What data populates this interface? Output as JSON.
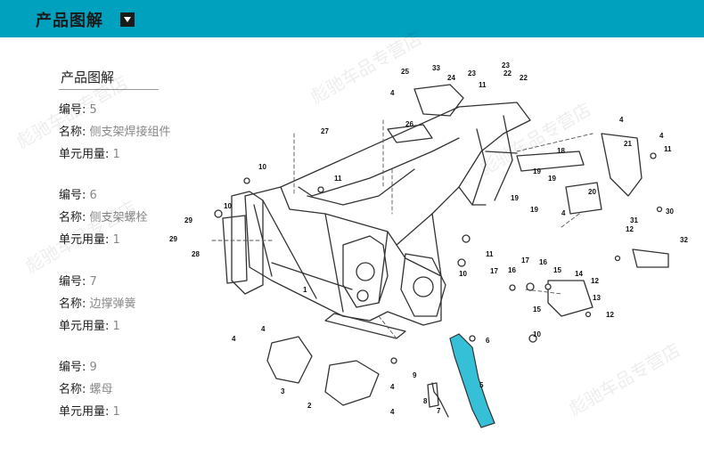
{
  "header": {
    "title": "产品图解"
  },
  "section": {
    "title": "产品图解"
  },
  "labels": {
    "number": "编号:",
    "name": "名称:",
    "qty": "单元用量:"
  },
  "parts": [
    {
      "number": "5",
      "name": "侧支架焊接组件",
      "qty": "1"
    },
    {
      "number": "6",
      "name": "侧支架螺栓",
      "qty": "1"
    },
    {
      "number": "7",
      "name": "边撑弹簧",
      "qty": "1"
    },
    {
      "number": "9",
      "name": "螺母",
      "qty": "1"
    }
  ],
  "diagram": {
    "callouts": [
      "1",
      "2",
      "3",
      "4",
      "5",
      "6",
      "7",
      "8",
      "9",
      "10",
      "11",
      "12",
      "13",
      "14",
      "15",
      "16",
      "17",
      "18",
      "19",
      "20",
      "21",
      "22",
      "23",
      "24",
      "25",
      "26",
      "27",
      "28",
      "29",
      "30",
      "31",
      "32",
      "33"
    ],
    "highlight_color": "#36c0d8"
  },
  "watermark": "彪驰车品专营店"
}
